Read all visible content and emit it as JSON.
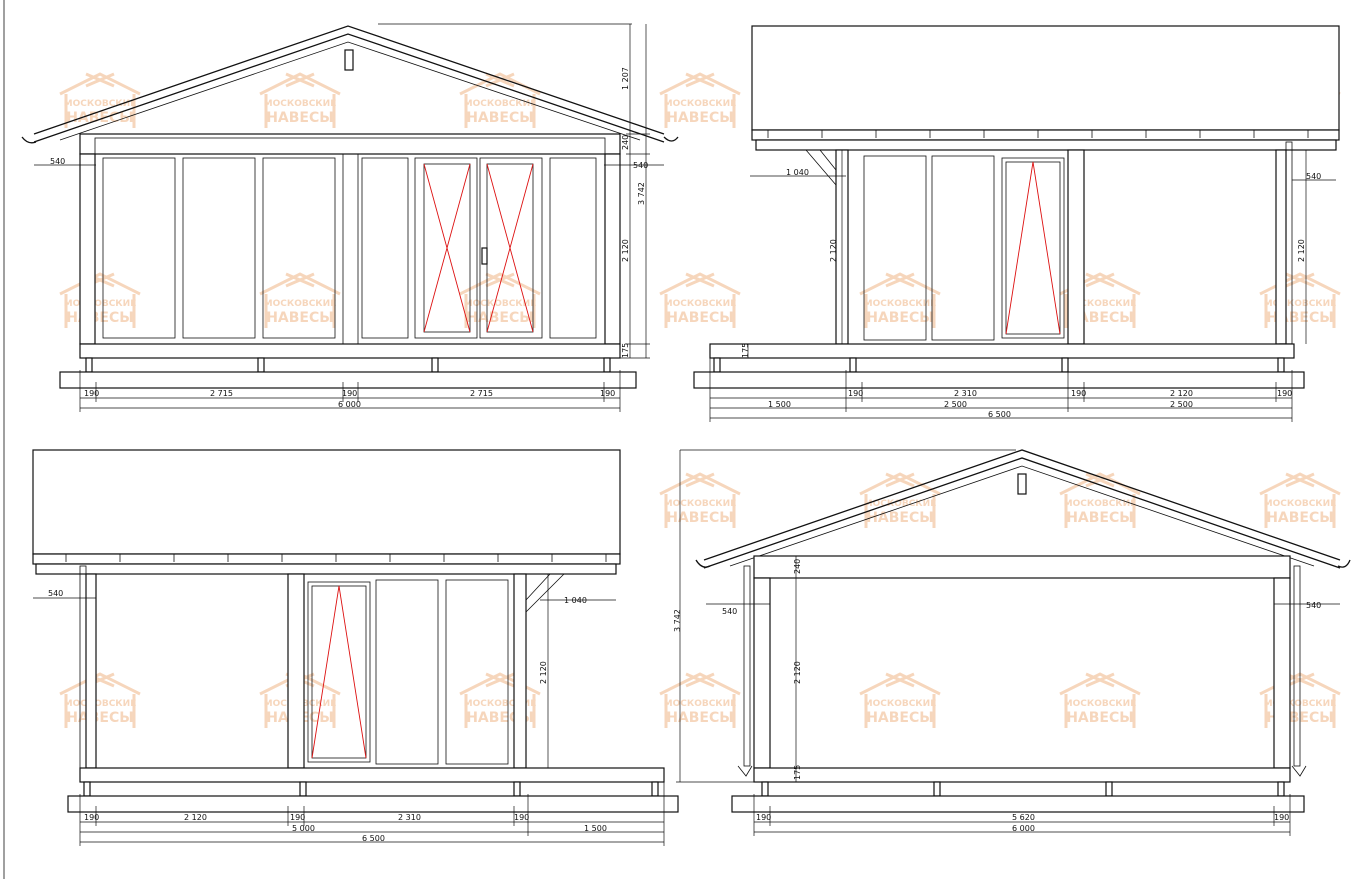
{
  "watermark": {
    "line1": "МОСКОВСКИЕ",
    "line2": "НАВЕСЫ",
    "color": "#f4c9a6"
  },
  "colors": {
    "line": "#111111",
    "opening_marker": "#dd1111"
  },
  "views": {
    "front": {
      "dims": {
        "height_total": "3 742",
        "ridge": "1 207",
        "beam": "240",
        "wall": "2 120",
        "plinth": "175",
        "overhang_left": "540",
        "overhang_right": "540",
        "b1": "190",
        "b2": "2 715",
        "b3": "190",
        "b4": "2 715",
        "b5": "190",
        "total": "6 000"
      }
    },
    "side_right": {
      "dims": {
        "bracket": "1 040",
        "wall_left": "2 120",
        "plinth": "175",
        "overhang": "540",
        "wall_right": "2 120",
        "b1": "190",
        "b2": "2 310",
        "b3": "190",
        "b4": "2 120",
        "b5": "190",
        "t1": "1 500",
        "t2": "2 500",
        "t3": "2 500",
        "total": "6 500"
      }
    },
    "side_left": {
      "dims": {
        "overhang": "540",
        "bracket": "1 040",
        "wall": "2 120",
        "b1": "190",
        "b2": "2 120",
        "b3": "190",
        "b4": "2 310",
        "b5": "190",
        "t1": "5 000",
        "t2": "1 500",
        "total": "6 500"
      }
    },
    "back": {
      "dims": {
        "height_total": "3 742",
        "beam": "240",
        "wall": "2 120",
        "plinth": "175",
        "overhang_left": "540",
        "overhang_right": "540",
        "b1": "190",
        "b2": "5 620",
        "b3": "190",
        "total": "6 000"
      }
    }
  }
}
